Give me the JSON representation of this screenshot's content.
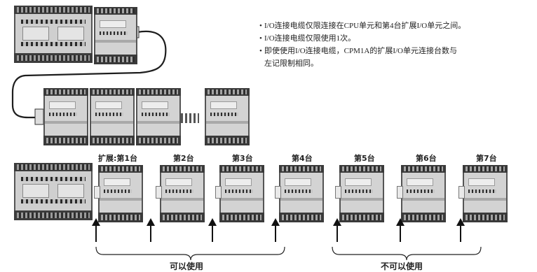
{
  "notes": [
    {
      "bullet": "•",
      "text": "I/O连接电缆仅限连接在CPU单元和第4台扩展I/O单元之间。"
    },
    {
      "bullet": "•",
      "text": "I/O连接电缆仅限使用1次。"
    },
    {
      "bullet": "•",
      "text": "即使使用I/O连接电缆，CPM1A的扩展I/O单元连接台数与"
    },
    {
      "bullet": "",
      "text": "左记限制相同。"
    }
  ],
  "unit_labels": [
    "扩展:第1台",
    "第2台",
    "第3台",
    "第4台",
    "第5台",
    "第6台",
    "第7台"
  ],
  "range_labels": {
    "usable": "可以使用",
    "not_usable": "不可以使用"
  },
  "icons": {
    "plc": "plc-cpu-unit-icon",
    "expansion": "expansion-io-unit-icon",
    "arrow": "up-arrow-icon",
    "cable": "io-cable-icon"
  }
}
